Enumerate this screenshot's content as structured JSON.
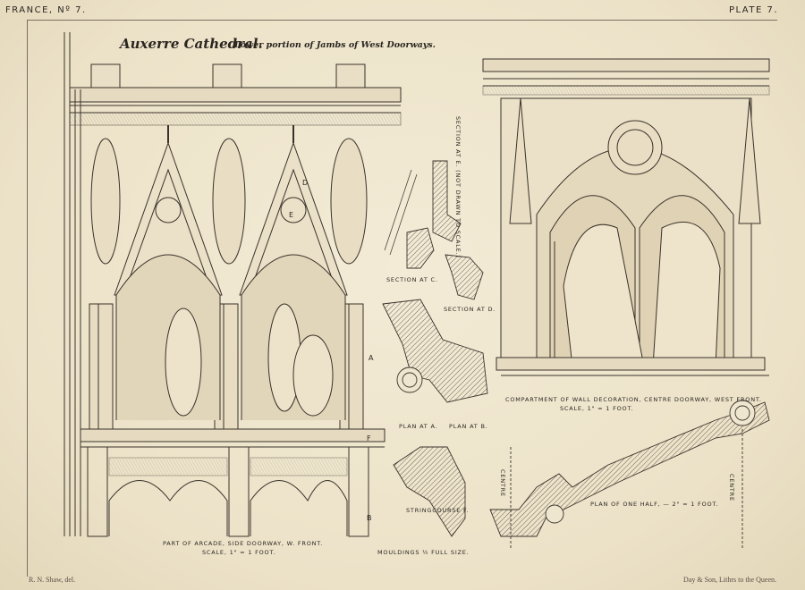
{
  "header": {
    "series": "FRANCE, Nº 7.",
    "plate": "PLATE 7."
  },
  "title": {
    "main": "Auxerre Cathedral.",
    "sub": "Lower portion of Jambs of West Doorways."
  },
  "callouts": {
    "a": "A",
    "b": "B",
    "d": "D",
    "e": "E",
    "f": "F"
  },
  "captions": {
    "section_e": "SECTION AT E. (NOT DRAWN TO SCALE.)",
    "section_c": "SECTION AT C.",
    "section_d": "SECTION AT D.",
    "plan_a": "PLAN AT A.",
    "plan_b": "PLAN AT B.",
    "stringcourse": "STRINGCOURSE F.",
    "mouldings": "MOULDINGS ½ FULL SIZE.",
    "arcade": "PART OF ARCADE, SIDE DOORWAY, W. FRONT.",
    "arcade_scale": "SCALE, 1\" = 1 FOOT.",
    "compartment": "COMPARTMENT OF WALL DECORATION, CENTRE DOORWAY, WEST FRONT.",
    "compartment_scale": "SCALE, 1\" = 1 FOOT.",
    "plan_half": "PLAN OF ONE HALF, — 2\" = 1 FOOT.",
    "centre": "CENTRE"
  },
  "footer": {
    "left": "R. N. Shaw, del.",
    "right": "Day & Son, Lithrs to the Queen."
  }
}
